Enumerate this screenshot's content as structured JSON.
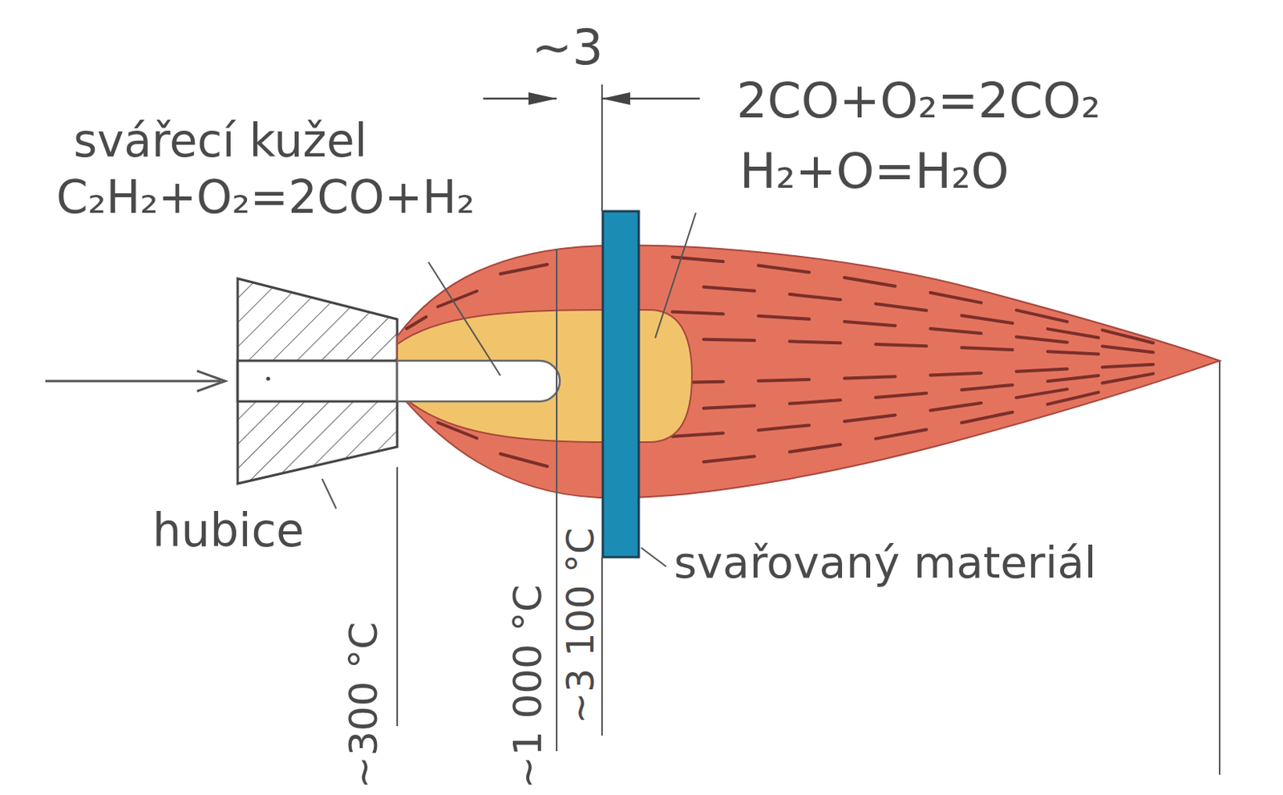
{
  "diagram": {
    "labels": [
      "~3",
      "2CO+O₂=2CO₂",
      "H₂+O=H₂O",
      "svářecí kužel",
      "C₂H₂+O₂=2CO+H₂",
      "hubice",
      "svařovaný materiál",
      "~300 °C",
      "~1 000 °C",
      "~3 100 °C"
    ]
  }
}
